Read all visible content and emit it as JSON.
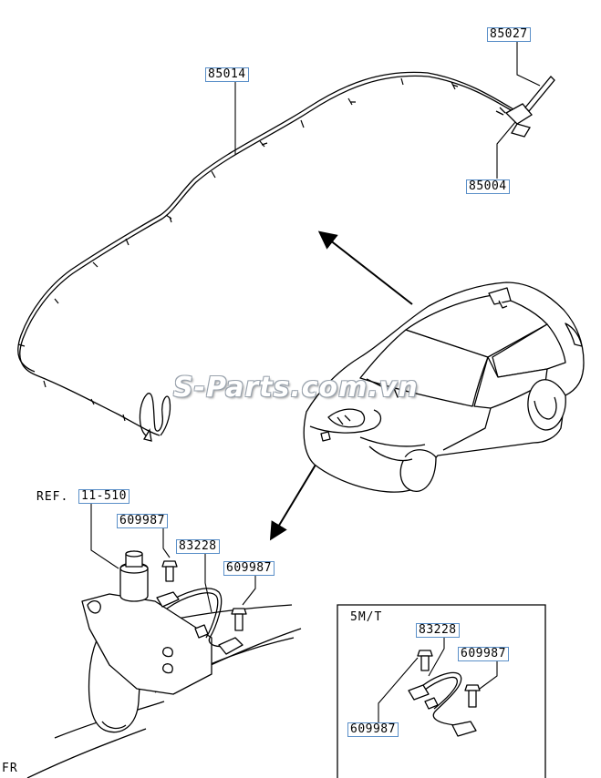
{
  "callouts": {
    "p85027": "85027",
    "p85014": "85014",
    "p85004": "85004",
    "ref": "11-510",
    "p609987_a": "609987",
    "p83228_a": "83228",
    "p609987_b": "609987",
    "p83228_b": "83228",
    "p609987_c": "609987",
    "p609987_d": "609987"
  },
  "labels": {
    "ref_prefix": "REF.",
    "transmission": "5M/T",
    "front": "FR"
  },
  "watermark": "S-Parts.com.vn",
  "colors": {
    "callout_border": "#5a8fc8",
    "line": "#000000"
  }
}
